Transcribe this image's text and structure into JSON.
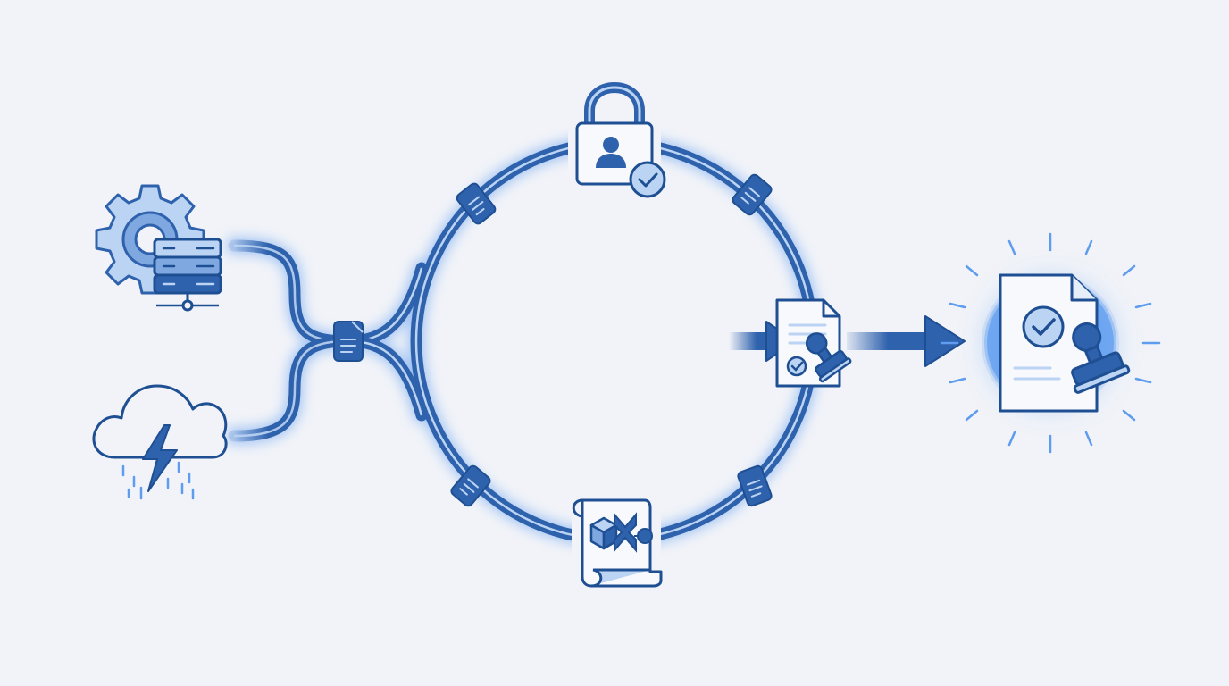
{
  "colors": {
    "background": "#f1f3f8",
    "primary": "#2f62ad",
    "dark": "#1f4f93",
    "light": "#bcd4f3",
    "mid": "#7fa8e0",
    "glow": "#5e9cf0",
    "paper": "#f7f9fd"
  },
  "nodes": [
    {
      "id": "server-settings",
      "icon": "gear-server-icon"
    },
    {
      "id": "storm-cloud",
      "icon": "cloud-lightning-icon"
    },
    {
      "id": "merge-document",
      "icon": "document-icon"
    },
    {
      "id": "access-lock",
      "icon": "lock-user-check-icon"
    },
    {
      "id": "smart-contract",
      "icon": "scroll-cube-icon"
    },
    {
      "id": "stamped-document",
      "icon": "document-stamp-icon"
    },
    {
      "id": "approved-document",
      "icon": "document-check-stamp-icon"
    }
  ],
  "flow": [
    "server-settings",
    "storm-cloud",
    "merge-document",
    "access-lock",
    "smart-contract",
    "stamped-document",
    "approved-document"
  ]
}
